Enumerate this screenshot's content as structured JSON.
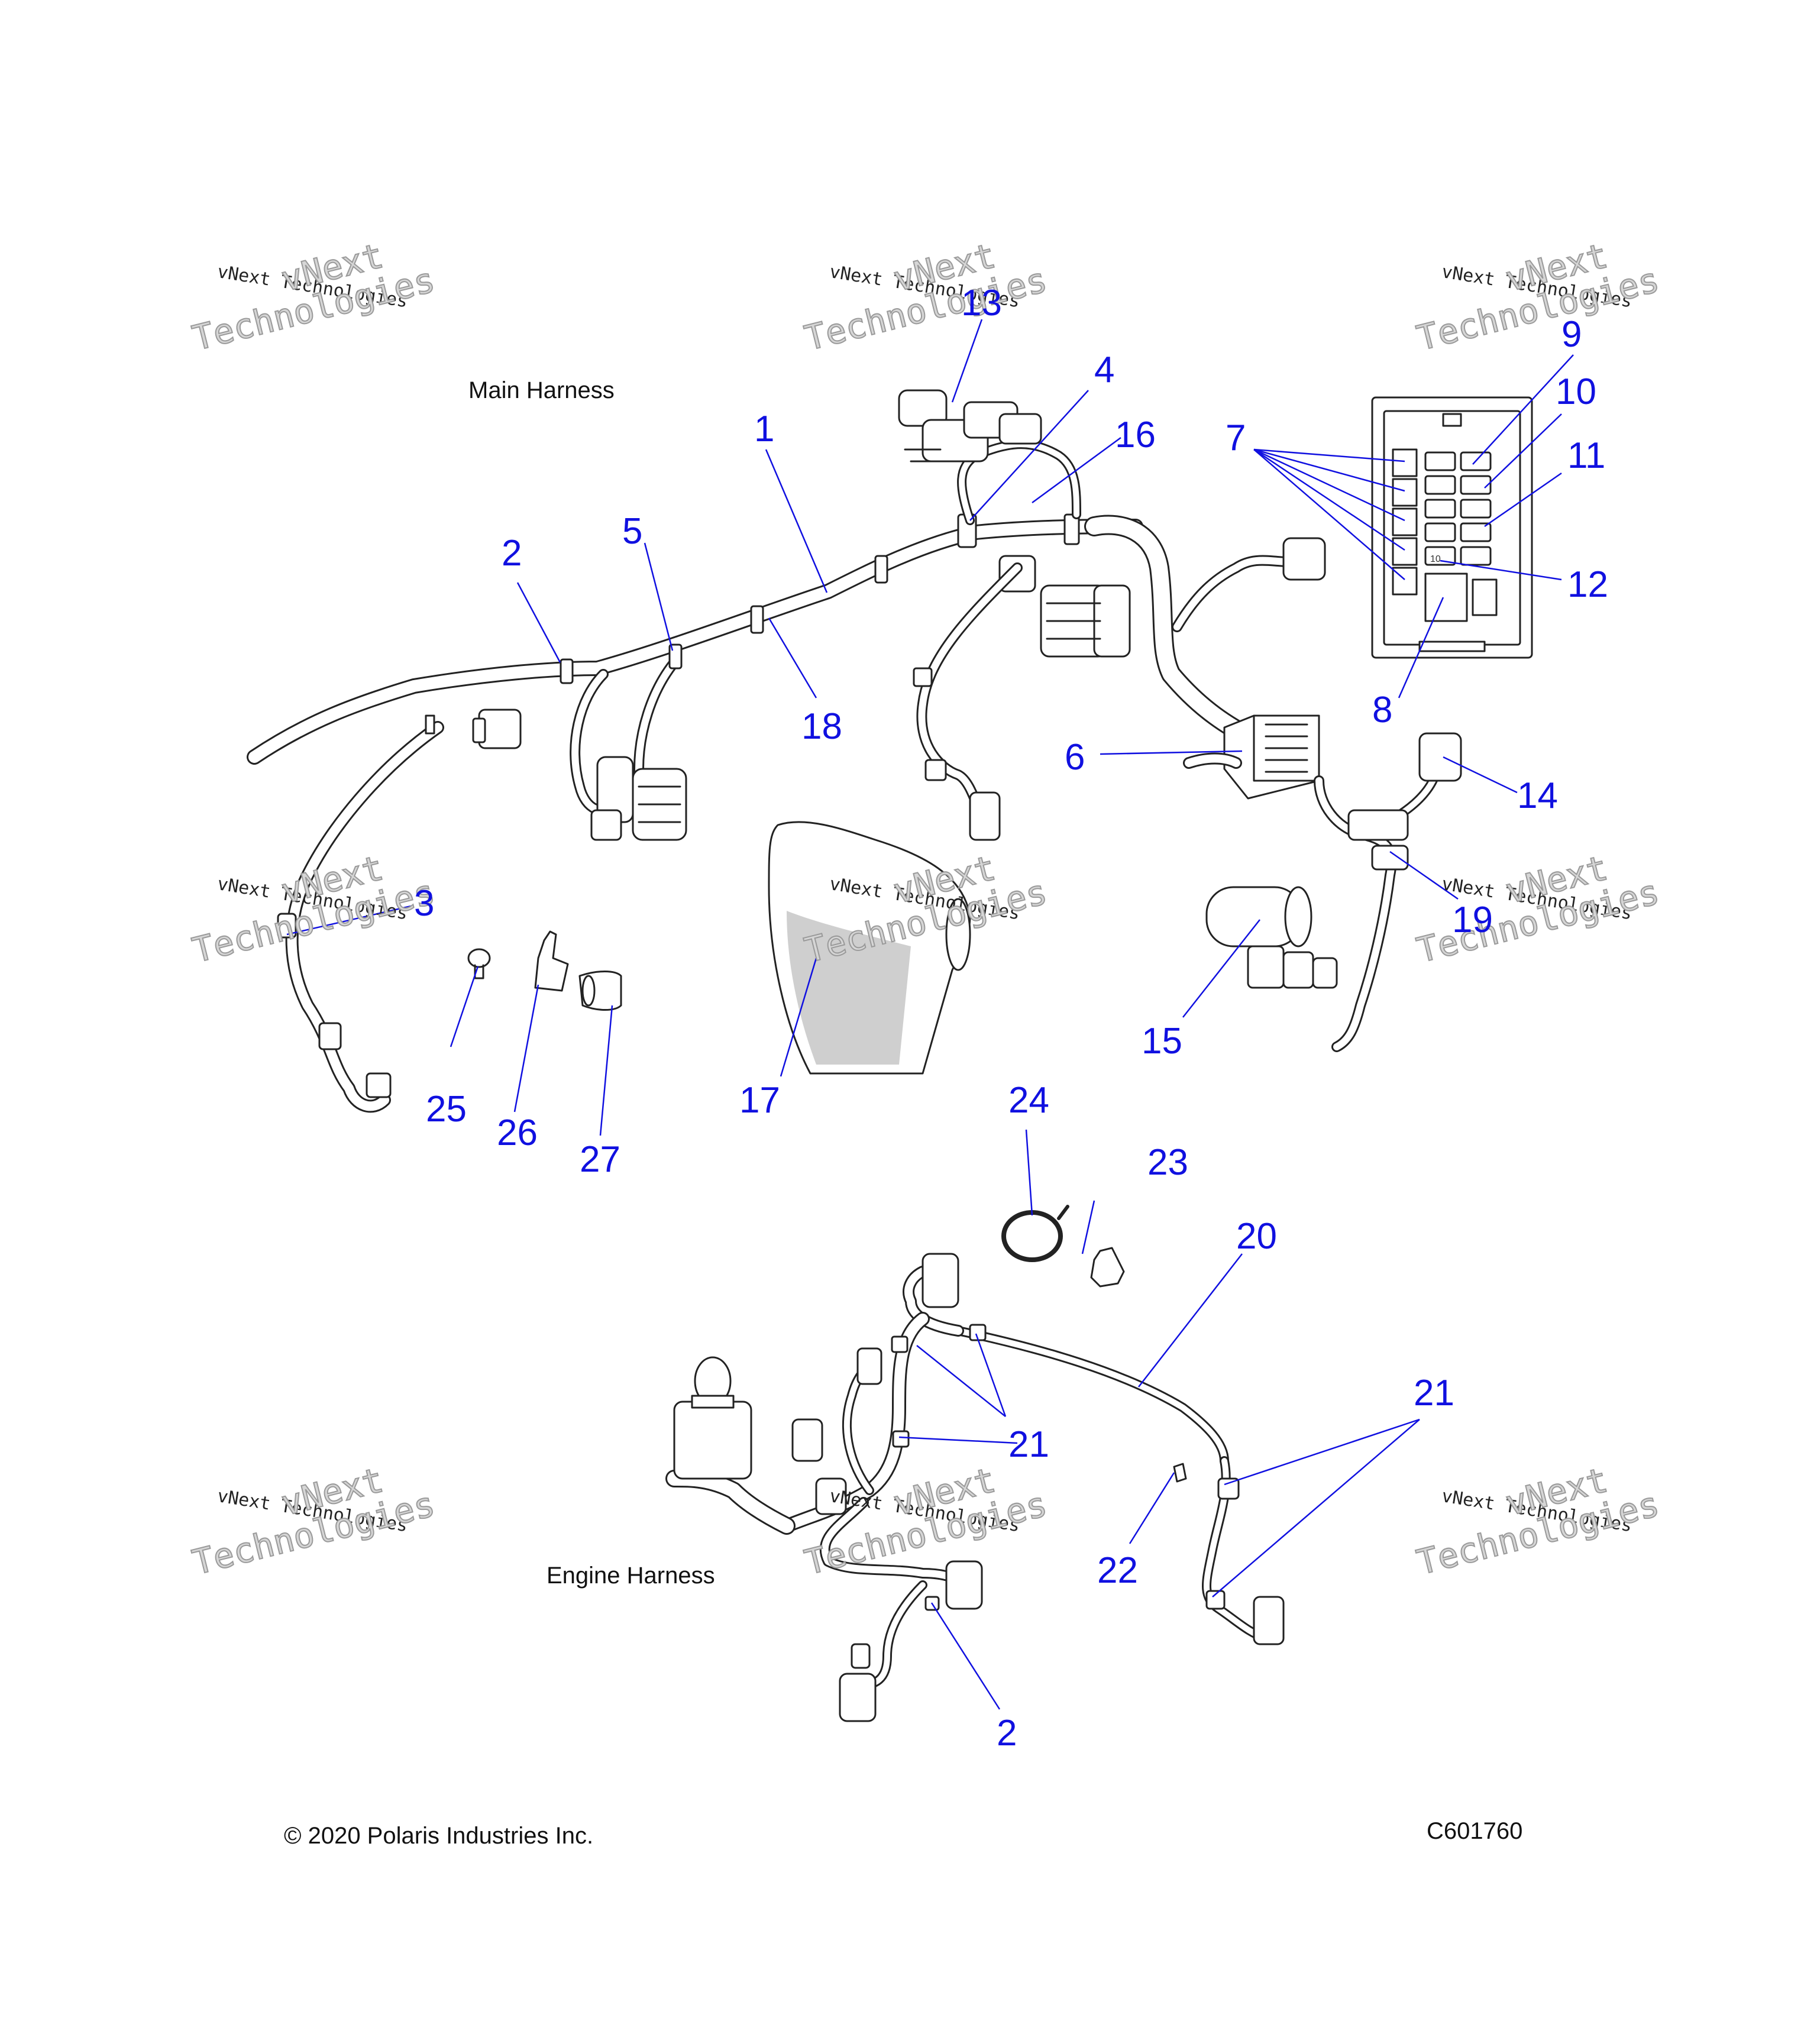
{
  "captions": {
    "main_harness": "Main Harness",
    "engine_harness": "Engine Harness",
    "copyright": "© 2020 Polaris Industries Inc.",
    "figure_code": "C601760"
  },
  "watermark": {
    "small": "vNext Technologies",
    "big_top": "vNext",
    "big_bottom": "Technologies"
  },
  "fuse_box": {
    "slot_label": "10"
  },
  "callouts": [
    {
      "label": "1"
    },
    {
      "label": "2"
    },
    {
      "label": "3"
    },
    {
      "label": "4"
    },
    {
      "label": "5"
    },
    {
      "label": "6"
    },
    {
      "label": "7"
    },
    {
      "label": "8"
    },
    {
      "label": "9"
    },
    {
      "label": "10"
    },
    {
      "label": "11"
    },
    {
      "label": "12"
    },
    {
      "label": "13"
    },
    {
      "label": "14"
    },
    {
      "label": "15"
    },
    {
      "label": "16"
    },
    {
      "label": "17"
    },
    {
      "label": "18"
    },
    {
      "label": "19"
    },
    {
      "label": "20"
    },
    {
      "label": "21"
    },
    {
      "label": "21"
    },
    {
      "label": "22"
    },
    {
      "label": "23"
    },
    {
      "label": "24"
    },
    {
      "label": "25"
    },
    {
      "label": "26"
    },
    {
      "label": "27"
    },
    {
      "label": "2"
    }
  ],
  "colors": {
    "callout": "#1010e0",
    "line_art": "#222222"
  }
}
